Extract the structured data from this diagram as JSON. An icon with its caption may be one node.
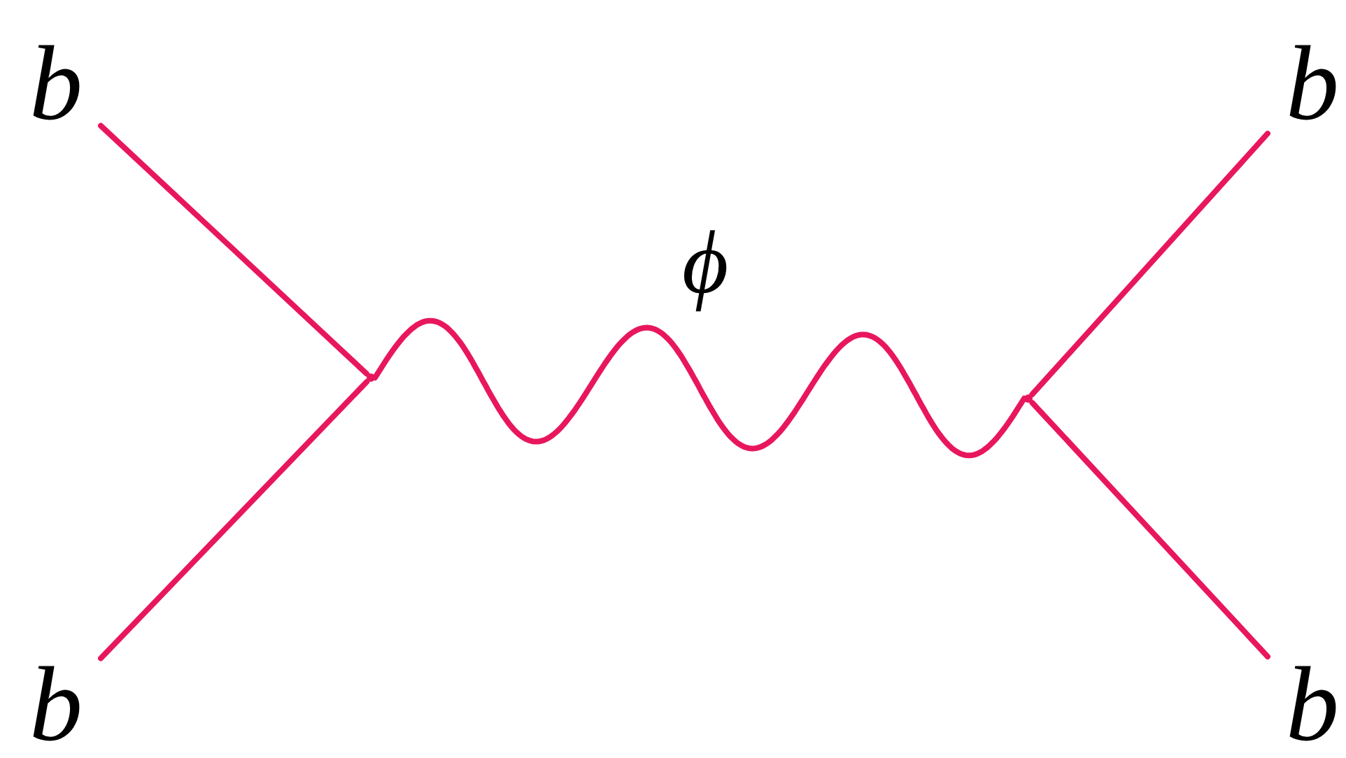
{
  "diagram": {
    "nodes": [
      {
        "text": [
          "b"
        ]
      },
      {
        "text": [
          "b"
        ]
      },
      {
        "text": [],
        "shape": "dot"
      },
      {
        "text": [],
        "shape": "dot"
      },
      {
        "text": [
          "b"
        ]
      },
      {
        "text": [
          "b"
        ]
      }
    ],
    "edges": [
      {
        "from": 0,
        "to": 2,
        "arrow": "none"
      },
      {
        "from": 4,
        "to": 2,
        "arrow": "none"
      },
      {
        "from": 2,
        "to": 3,
        "arrow": "none",
        "label": "ϕ"
      },
      {
        "from": 3,
        "to": 1,
        "arrow": "none"
      },
      {
        "from": 3,
        "to": 5,
        "arrow": "none"
      }
    ]
  }
}
